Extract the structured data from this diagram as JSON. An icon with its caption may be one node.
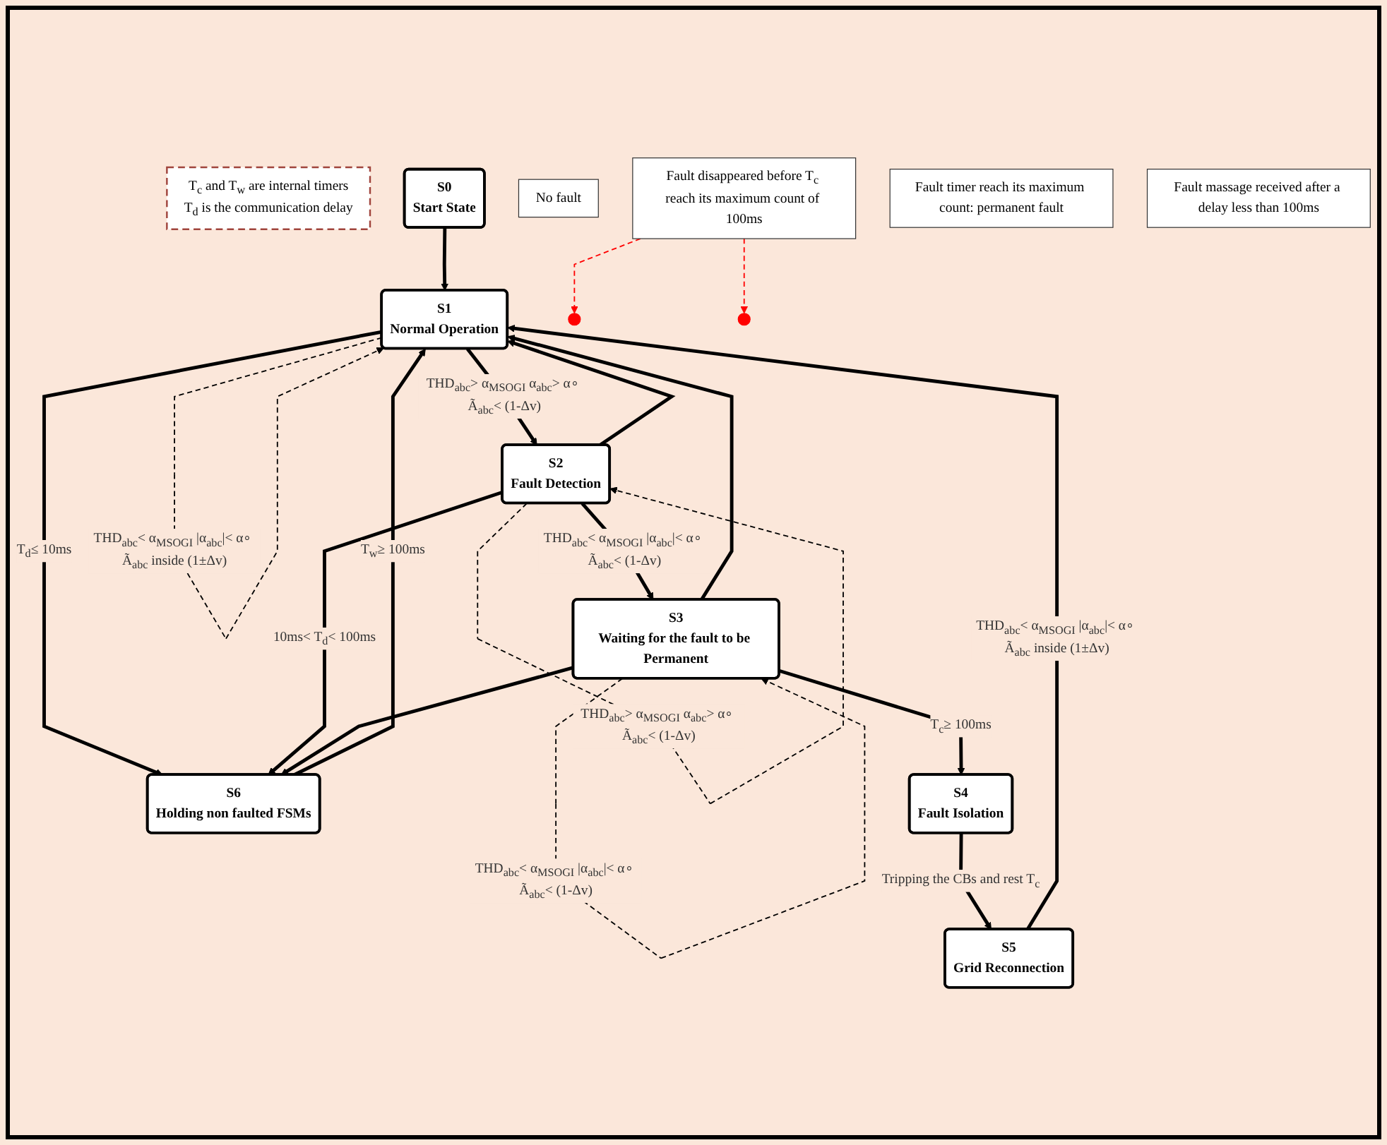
{
  "diagram": {
    "nodes": [
      {
        "text": [
          "T$_{c}$ and T$_{w}$ are internal timers",
          "T$_{d}$ is the communication delay"
        ]
      },
      {
        "text": [
          "S0",
          "Start State"
        ]
      },
      {
        "text": [
          "S5",
          "Grid Reconnection"
        ]
      },
      {
        "text": [
          "S1",
          "Normal Operation"
        ]
      },
      {
        "text": [
          "S6",
          "Holding non faulted FSMs"
        ]
      },
      {
        "text": [
          "No fault"
        ]
      },
      {
        "text": [
          "Fault disappeared before T$_{c}$ reach its maximum count of 100ms"
        ]
      },
      {
        "text": [
          "S2",
          "Fault Detection"
        ]
      },
      {
        "text": [
          "Fault timer reach its maximum count: permanent fault"
        ]
      },
      {
        "text": [
          "Fault massage received after a delay less than 100ms"
        ]
      },
      {
        "text": [
          "S4",
          "Fault Isolation"
        ]
      },
      {
        "text": [
          "S3",
          "Waiting for the fault to be Permanent"
        ]
      }
    ],
    "edges": [
      {
        "from": 1,
        "to": 3,
        "arrow": "to"
      },
      {
        "from": 2,
        "to": 3,
        "arrow": "to",
        "label": "THD$_{abc}$< α$_{MSOGI}$ |α$_{abc}$|< α∘ Ã$_{abc}$ inside (1±Δv)"
      },
      {
        "from": 3,
        "to": 3,
        "arrow": "to",
        "style": "dashed",
        "label": "THD$_{abc}$< α$_{MSOGI}$ |α$_{abc}$|< α∘ Ã$_{abc}$ inside (1±Δv)"
      },
      {
        "from": 3,
        "to": 4,
        "arrow": "to",
        "label": "T$_{d}$≤ 10ms"
      },
      {
        "from": 4,
        "to": 3,
        "arrow": "to",
        "label": "T$_{w}$≥ 100ms"
      },
      {
        "from": 3,
        "to": 7,
        "arrow": "to",
        "label": "THD$_{abc}$> α$_{MSOGI}$ α$_{abc}$> α∘ Ã$_{abc}$< (1-Δv)"
      },
      {
        "from": 7,
        "to": 3,
        "arrow": "to"
      },
      {
        "from": 11,
        "to": 3,
        "arrow": "to"
      },
      {
        "from": 7,
        "to": 7,
        "arrow": "to",
        "style": "dashed",
        "label": "THD$_{abc}$> α$_{MSOGI}$ α$_{abc}$> α∘ Ã$_{abc}$< (1-Δv)"
      },
      {
        "from": 7,
        "to": 4,
        "arrow": "to",
        "label": "10ms< T$_{d}$< 100ms"
      },
      {
        "from": 7,
        "to": 11,
        "arrow": "to",
        "label": "THD$_{abc}$< α$_{MSOGI}$ |α$_{abc}$|< α∘ Ã$_{abc}$< (1-Δv)"
      },
      {
        "from": 11,
        "to": 11,
        "arrow": "to",
        "style": "dashed",
        "label": "THD$_{abc}$< α$_{MSOGI}$ |α$_{abc}$|< α∘ Ã$_{abc}$< (1-Δv)"
      },
      {
        "from": 11,
        "to": 4,
        "arrow": "to"
      },
      {
        "from": 11,
        "to": 10,
        "arrow": "to",
        "label": "T$_{c}$≥ 100ms"
      },
      {
        "from": 10,
        "to": 2,
        "arrow": "to",
        "label": "Tripping the CBs and rest T$_{c}$"
      },
      {
        "from": 6,
        "to": null,
        "arrow": "to",
        "style": "dashed",
        "color": "#ff0000"
      },
      {
        "from": 6,
        "to": null,
        "arrow": "to",
        "style": "dashed",
        "color": "#ff0000"
      }
    ]
  }
}
